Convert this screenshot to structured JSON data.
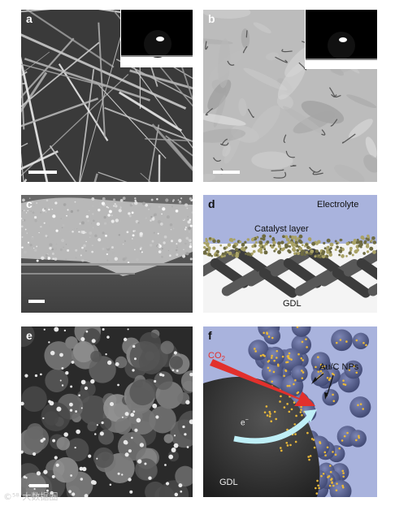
{
  "panels": {
    "a": {
      "label": "a"
    },
    "b": {
      "label": "b"
    },
    "c": {
      "label": "c"
    },
    "d": {
      "label": "d",
      "electrolyte": "Electrolyte",
      "catalyst": "Catalyst layer",
      "gdl": "GDL"
    },
    "e": {
      "label": "e"
    },
    "f": {
      "label": "f",
      "co2": "CO",
      "co2_sub": "2",
      "aunps": "Au/C NPs",
      "electron": "e",
      "electron_sup": "−",
      "gdl": "GDL"
    }
  },
  "watermark": "©⁵⁸ 大数据圈"
}
